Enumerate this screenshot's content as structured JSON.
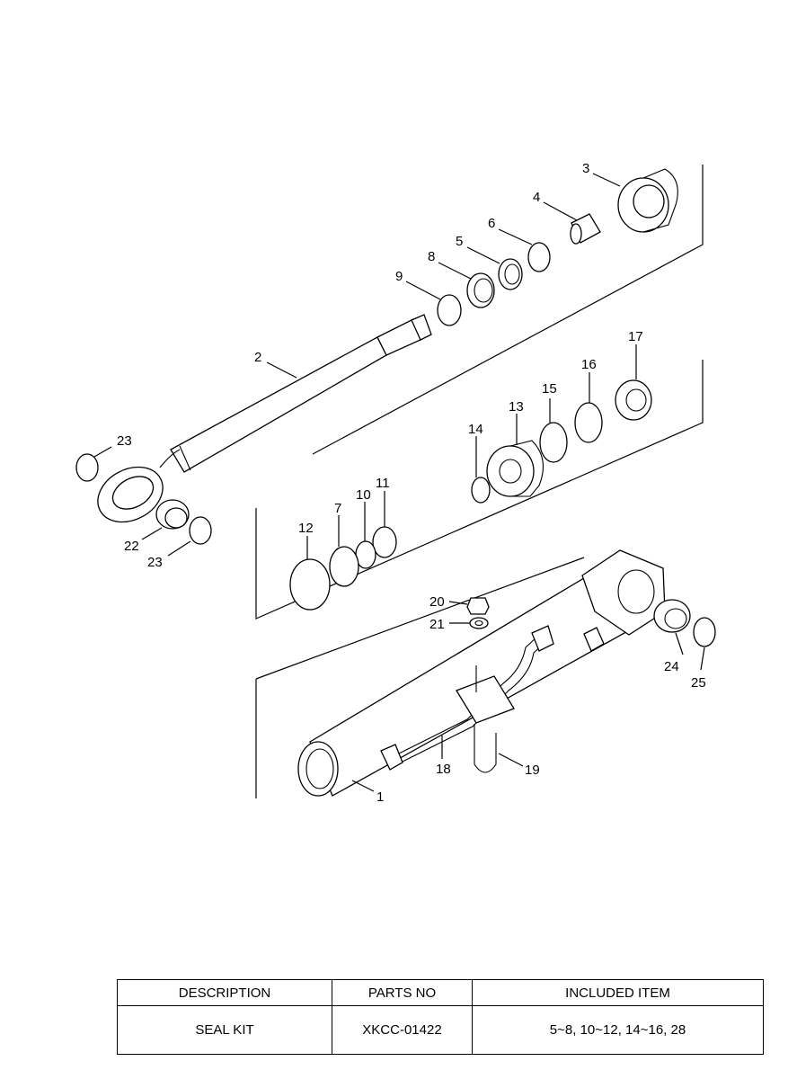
{
  "header_text": "",
  "callouts": {
    "c1": "1",
    "c2": "2",
    "c3": "3",
    "c4": "4",
    "c5": "5",
    "c6": "6",
    "c7": "7",
    "c8": "8",
    "c9": "9",
    "c10": "10",
    "c11": "11",
    "c12": "12",
    "c13": "13",
    "c14": "14",
    "c15": "15",
    "c16": "16",
    "c17": "17",
    "c18": "18",
    "c19": "19",
    "c20": "20",
    "c21": "21",
    "c22": "22",
    "c23a": "23",
    "c23b": "23",
    "c24": "24",
    "c25": "25"
  },
  "table": {
    "headers": [
      "DESCRIPTION",
      "PARTS NO",
      "INCLUDED ITEM"
    ],
    "row": [
      "SEAL KIT",
      "XKCC-01422",
      "5~8, 10~12, 14~16, 28"
    ]
  }
}
